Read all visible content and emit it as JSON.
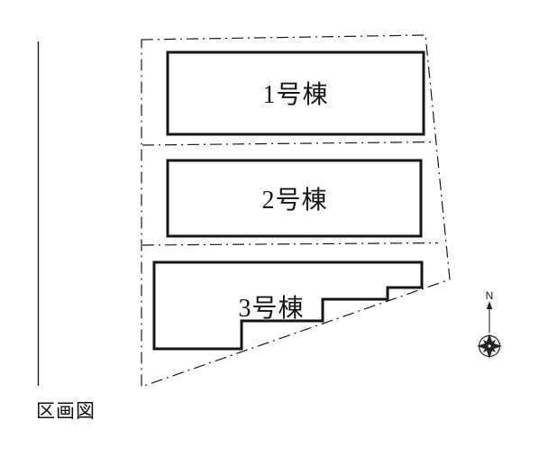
{
  "title": "区画図",
  "compass": {
    "north_label": "N"
  },
  "plan": {
    "buildings": [
      {
        "id": "1",
        "label": "1号棟"
      },
      {
        "id": "2",
        "label": "2号棟"
      },
      {
        "id": "3",
        "label": "3号棟"
      }
    ]
  },
  "colors": {
    "ink": "#1c1c1c",
    "background": "#ffffff"
  }
}
